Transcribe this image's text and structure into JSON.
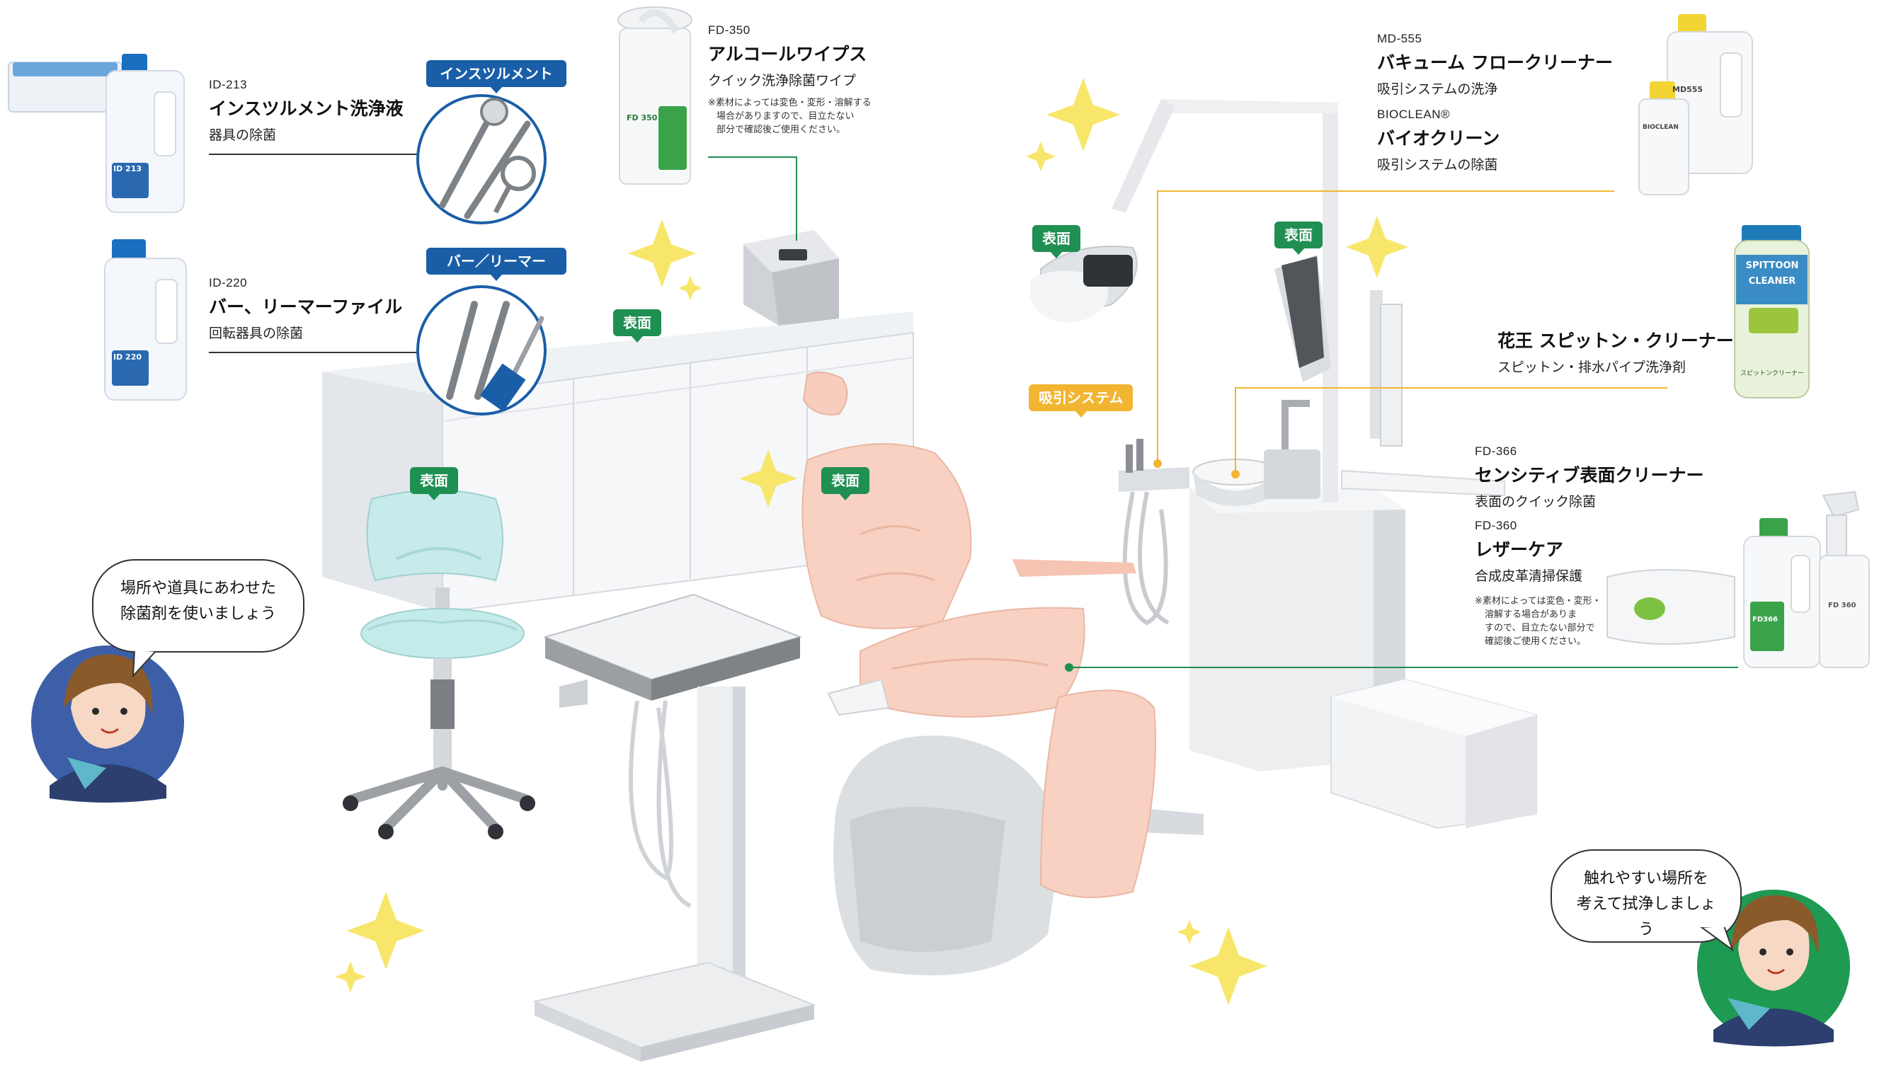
{
  "colors": {
    "green": "#1f8f52",
    "yellow": "#f2b531",
    "blue": "#1a5ea8",
    "chair_pink": "#f6c9b8",
    "stool_mint": "#bfe8e6",
    "furniture_grey": "#e7e8ea"
  },
  "products": {
    "id213": {
      "code": "ID-213",
      "name": "インスツルメント洗浄液",
      "desc": "器具の除菌"
    },
    "id220": {
      "code": "ID-220",
      "name": "バー、リーマーファイル",
      "desc": "回転器具の除菌"
    },
    "fd350": {
      "code": "FD-350",
      "name": "アルコールワイプス",
      "desc": "クイック洗浄除菌ワイプ",
      "note": [
        "※素材によっては変色・変形・溶解する",
        "場合がありますので、目立たない",
        "部分で確認後ご使用ください。"
      ]
    },
    "md555": {
      "code": "MD-555",
      "name": "バキューム フロークリーナー",
      "desc": "吸引システムの洗浄"
    },
    "bioclean": {
      "code": "BIOCLEAN®",
      "name": "バイオクリーン",
      "desc": "吸引システムの除菌"
    },
    "kao": {
      "name": "花王 スピットン・クリーナー",
      "desc": "スピットン・排水パイプ洗浄剤"
    },
    "fd366": {
      "code": "FD-366",
      "name": "センシティブ表面クリーナー",
      "desc": "表面のクイック除菌"
    },
    "fd360": {
      "code": "FD-360",
      "name": "レザーケア",
      "desc": "合成皮革清掃保護",
      "note": [
        "※素材によっては変色・変形・",
        "溶解する場合がありま",
        "すので、目立たない部分で",
        "確認後ご使用ください。"
      ]
    }
  },
  "bottle_labels": {
    "id213": "ID 213",
    "id220": "ID 220",
    "fd350": "FD 350",
    "md555": "MD555",
    "bioclean": "BIOCLEAN",
    "kao_top": "SPITTOON",
    "kao_bottom": "CLEANER",
    "kao_sub": "スピットンクリーナー",
    "fd366": "FD366",
    "fd360": "FD 360"
  },
  "tags": {
    "instruments": "インスツルメント",
    "bur": "バー／リーマー",
    "surface": "表面",
    "suction": "吸引システム"
  },
  "bubbles": {
    "left": [
      "場所や道具にあわせた",
      "除菌剤を使いましょう"
    ],
    "right": [
      "触れやすい場所を",
      "考えて拭浄しましょう"
    ]
  }
}
